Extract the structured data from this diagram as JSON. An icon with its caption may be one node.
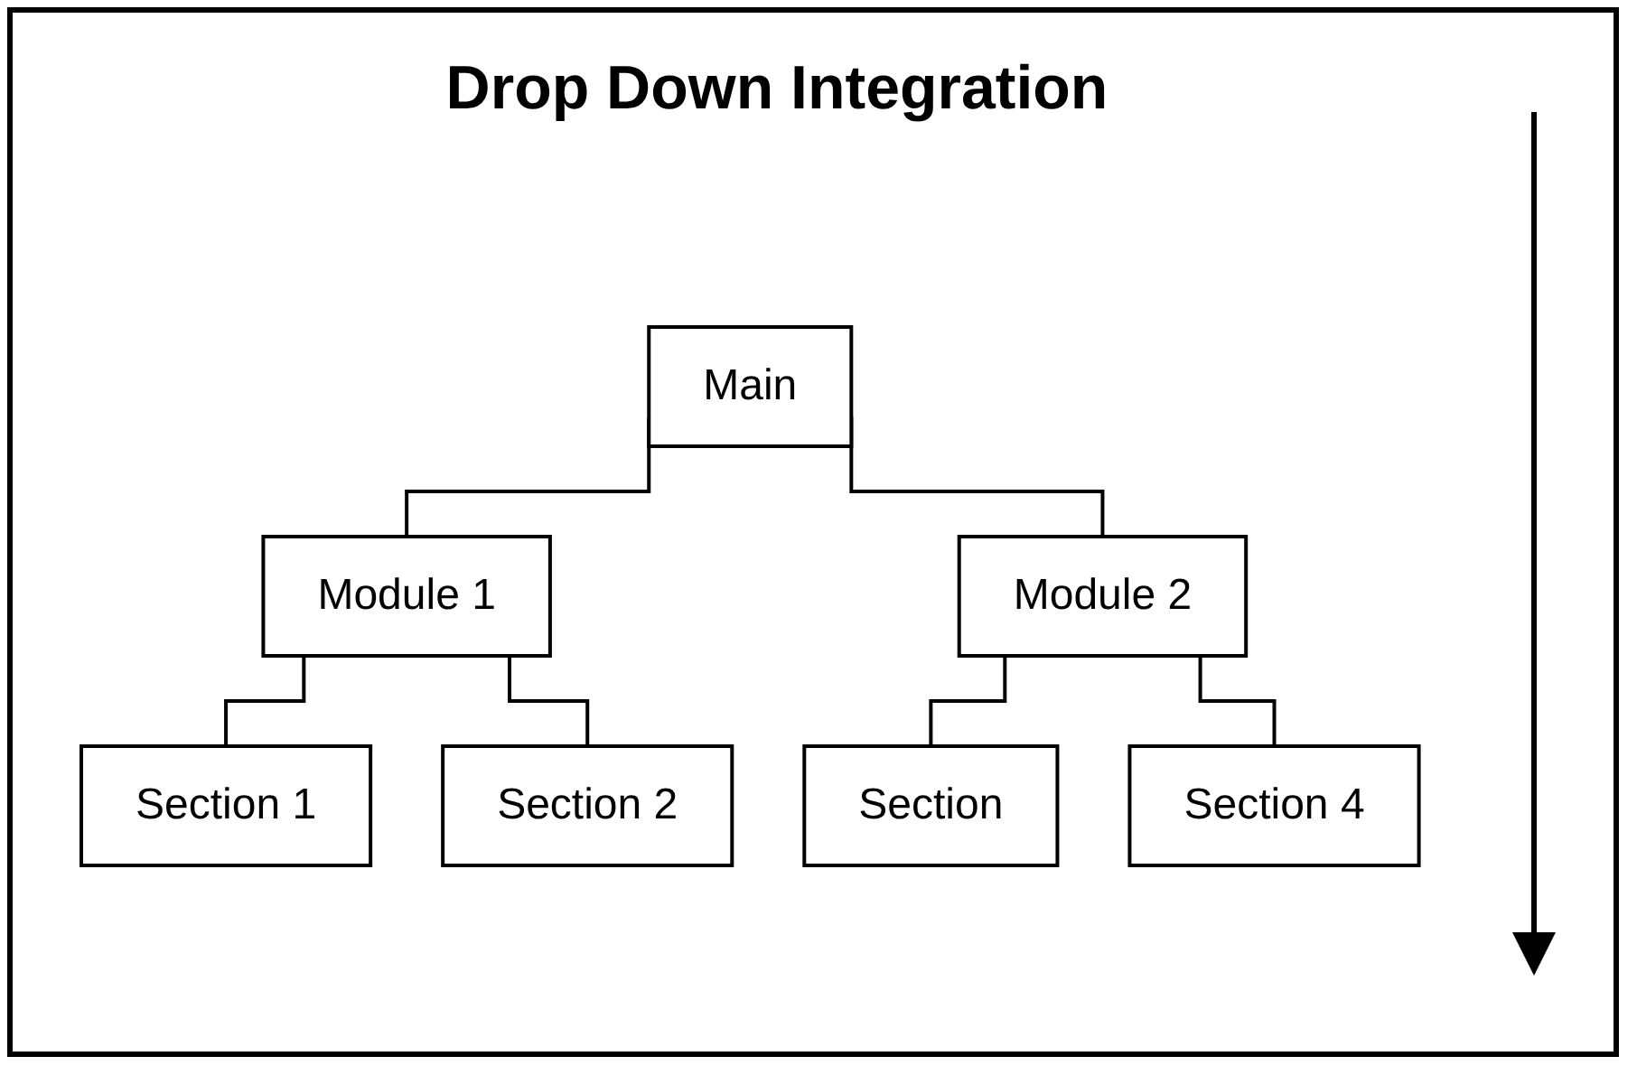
{
  "diagram": {
    "title": "Drop Down Integration",
    "nodes": [
      {
        "text": [
          "Main"
        ]
      },
      {
        "text": [
          "Module 1"
        ]
      },
      {
        "text": [
          "Module 2"
        ]
      },
      {
        "text": [
          "Section 1"
        ]
      },
      {
        "text": [
          "Section 2"
        ]
      },
      {
        "text": [
          "Section"
        ]
      },
      {
        "text": [
          "Section 4"
        ]
      }
    ],
    "edges": [
      {
        "from": 0,
        "to": 1,
        "arrow": "none"
      },
      {
        "from": 0,
        "to": 2,
        "arrow": "none"
      },
      {
        "from": 1,
        "to": 3,
        "arrow": "none"
      },
      {
        "from": 1,
        "to": 4,
        "arrow": "none"
      },
      {
        "from": 2,
        "to": 5,
        "arrow": "none"
      },
      {
        "from": 2,
        "to": 6,
        "arrow": "none"
      }
    ]
  }
}
